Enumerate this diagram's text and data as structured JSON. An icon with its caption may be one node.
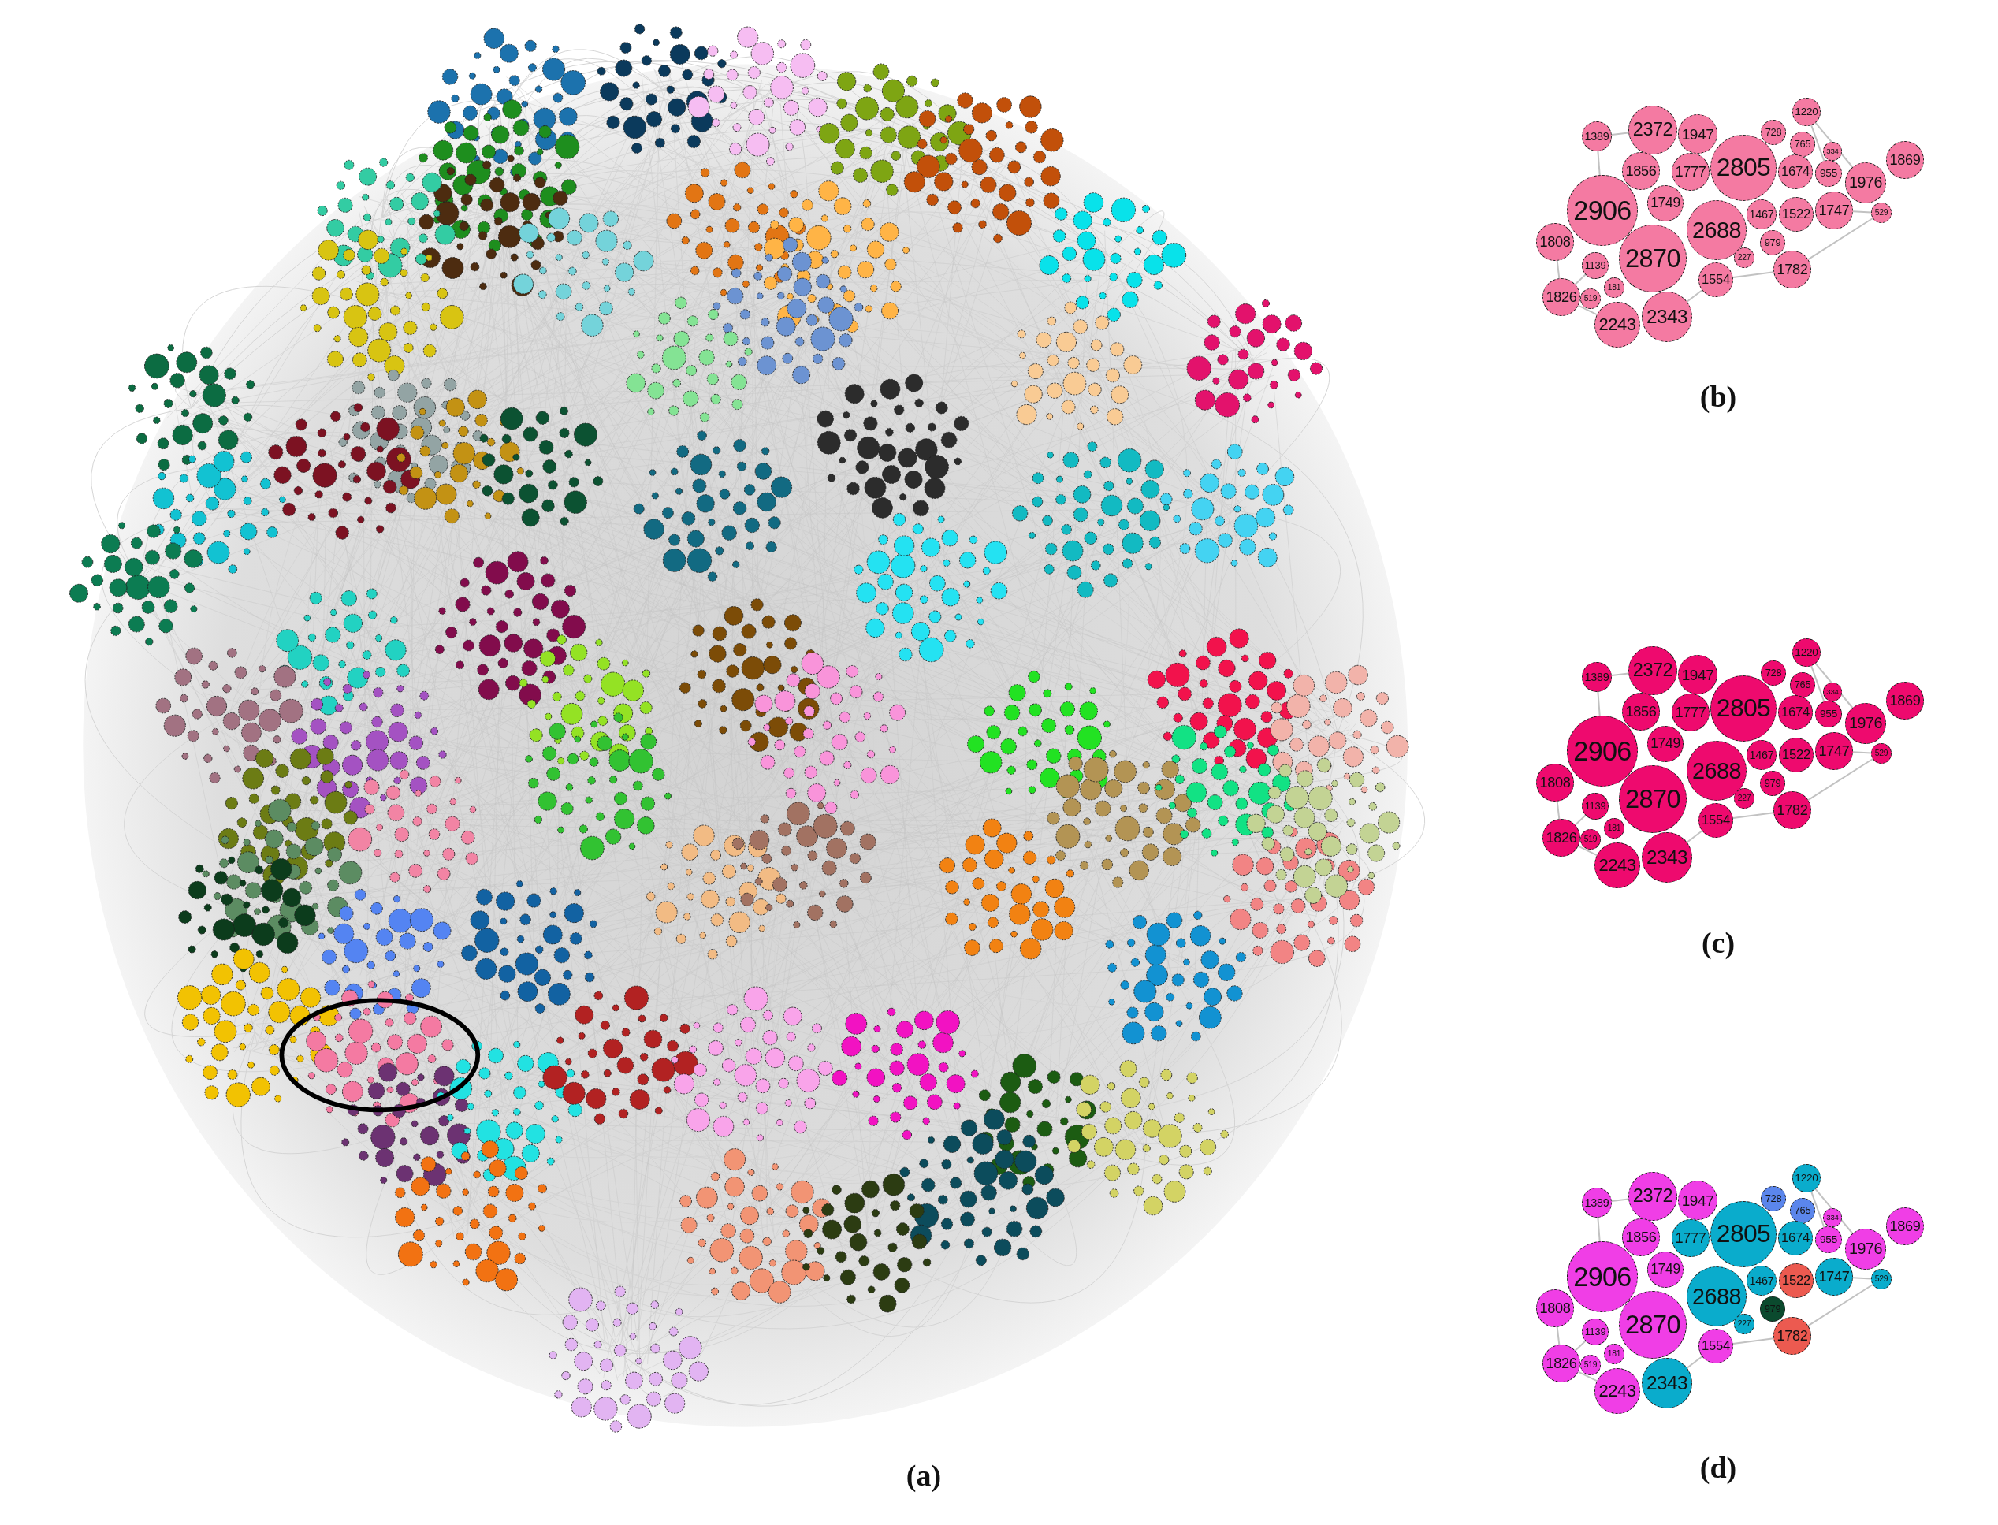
{
  "diagram": {
    "nodes": [
      {
        "text": [
          "1220"
        ]
      },
      {
        "text": [
          "1389"
        ]
      },
      {
        "text": [
          "2372"
        ]
      },
      {
        "text": [
          "1947"
        ]
      },
      {
        "text": [
          "728"
        ]
      },
      {
        "text": [
          "765"
        ]
      },
      {
        "text": [
          "2805"
        ]
      },
      {
        "text": [
          "334"
        ]
      },
      {
        "text": [
          "1869"
        ]
      },
      {
        "text": [
          "1856"
        ]
      },
      {
        "text": [
          "1777"
        ]
      },
      {
        "text": [
          "1674"
        ]
      },
      {
        "text": [
          "955"
        ]
      },
      {
        "text": [
          "1976"
        ]
      },
      {
        "text": [
          "2906"
        ]
      },
      {
        "text": [
          "1749"
        ]
      },
      {
        "text": [
          "2688"
        ]
      },
      {
        "text": [
          "1467"
        ]
      },
      {
        "text": [
          "1522"
        ]
      },
      {
        "text": [
          "1747"
        ]
      },
      {
        "text": [
          "529"
        ]
      },
      {
        "text": [
          "1808"
        ]
      },
      {
        "text": [
          "979"
        ]
      },
      {
        "text": [
          "227"
        ]
      },
      {
        "text": [
          "2870"
        ]
      },
      {
        "text": [
          "1139"
        ]
      },
      {
        "text": [
          "1782"
        ]
      },
      {
        "text": [
          "1554"
        ]
      },
      {
        "text": [
          "1826"
        ]
      },
      {
        "text": [
          "519"
        ]
      },
      {
        "text": [
          "181"
        ]
      },
      {
        "text": [
          "2243"
        ]
      },
      {
        "text": [
          "2343"
        ]
      },
      {
        "text": [
          "1220"
        ]
      },
      {
        "text": [
          "1389"
        ]
      },
      {
        "text": [
          "2372"
        ]
      },
      {
        "text": [
          "1947"
        ]
      },
      {
        "text": [
          "728"
        ]
      },
      {
        "text": [
          "765"
        ]
      },
      {
        "text": [
          "2805"
        ]
      },
      {
        "text": [
          "334"
        ]
      },
      {
        "text": [
          "1869"
        ]
      },
      {
        "text": [
          "1856"
        ]
      },
      {
        "text": [
          "1777"
        ]
      },
      {
        "text": [
          "1674"
        ]
      },
      {
        "text": [
          "955"
        ]
      },
      {
        "text": [
          "1976"
        ]
      },
      {
        "text": [
          "2906"
        ]
      },
      {
        "text": [
          "1749"
        ]
      },
      {
        "text": [
          "2688"
        ]
      },
      {
        "text": [
          "1467"
        ]
      },
      {
        "text": [
          "1522"
        ]
      },
      {
        "text": [
          "1747"
        ]
      },
      {
        "text": [
          "529"
        ]
      },
      {
        "text": [
          "1808"
        ]
      },
      {
        "text": [
          "979"
        ]
      },
      {
        "text": [
          "227"
        ]
      },
      {
        "text": [
          "2870"
        ]
      },
      {
        "text": [
          "1139"
        ]
      },
      {
        "text": [
          "1782"
        ]
      },
      {
        "text": [
          "1554"
        ]
      },
      {
        "text": [
          "1826"
        ]
      },
      {
        "text": [
          "519"
        ]
      },
      {
        "text": [
          "181"
        ]
      },
      {
        "text": [
          "2243"
        ]
      },
      {
        "text": [
          "2343"
        ]
      },
      {
        "text": [
          "1220"
        ]
      },
      {
        "text": [
          "1389"
        ]
      },
      {
        "text": [
          "2372"
        ]
      },
      {
        "text": [
          "1947"
        ]
      },
      {
        "text": [
          "728"
        ]
      },
      {
        "text": [
          "765"
        ]
      },
      {
        "text": [
          "2805"
        ]
      },
      {
        "text": [
          "334"
        ]
      },
      {
        "text": [
          "1869"
        ]
      },
      {
        "text": [
          "1856"
        ]
      },
      {
        "text": [
          "1777"
        ]
      },
      {
        "text": [
          "1674"
        ]
      },
      {
        "text": [
          "955"
        ]
      },
      {
        "text": [
          "1976"
        ]
      },
      {
        "text": [
          "2906"
        ]
      },
      {
        "text": [
          "1749"
        ]
      },
      {
        "text": [
          "2688"
        ]
      },
      {
        "text": [
          "1467"
        ]
      },
      {
        "text": [
          "1522"
        ]
      },
      {
        "text": [
          "1747"
        ]
      },
      {
        "text": [
          "529"
        ]
      },
      {
        "text": [
          "1808"
        ]
      },
      {
        "text": [
          "979"
        ]
      },
      {
        "text": [
          "227"
        ]
      },
      {
        "text": [
          "2870"
        ]
      },
      {
        "text": [
          "1139"
        ]
      },
      {
        "text": [
          "1782"
        ]
      },
      {
        "text": [
          "1554"
        ]
      },
      {
        "text": [
          "1826"
        ]
      },
      {
        "text": [
          "519"
        ]
      },
      {
        "text": [
          "181"
        ]
      },
      {
        "text": [
          "2243"
        ]
      },
      {
        "text": [
          "2343"
        ]
      }
    ],
    "edges": [
      {
        "from": 1,
        "to": 2,
        "arrow": "none"
      },
      {
        "from": 1,
        "to": 14,
        "arrow": "none"
      },
      {
        "from": 0,
        "to": 13,
        "arrow": "none"
      },
      {
        "from": 0,
        "to": 12,
        "arrow": "none"
      },
      {
        "from": 21,
        "to": 28,
        "arrow": "none"
      },
      {
        "from": 25,
        "to": 28,
        "arrow": "none"
      },
      {
        "from": 27,
        "to": 26,
        "arrow": "none"
      },
      {
        "from": 26,
        "to": 20,
        "arrow": "none"
      },
      {
        "from": 32,
        "to": 27,
        "arrow": "none"
      },
      {
        "from": 31,
        "to": 28,
        "arrow": "none"
      },
      {
        "from": 19,
        "to": 20,
        "arrow": "none"
      },
      {
        "from": 34,
        "to": 35,
        "arrow": "none"
      },
      {
        "from": 34,
        "to": 47,
        "arrow": "none"
      },
      {
        "from": 33,
        "to": 46,
        "arrow": "none"
      },
      {
        "from": 33,
        "to": 45,
        "arrow": "none"
      },
      {
        "from": 54,
        "to": 61,
        "arrow": "none"
      },
      {
        "from": 58,
        "to": 61,
        "arrow": "none"
      },
      {
        "from": 60,
        "to": 59,
        "arrow": "none"
      },
      {
        "from": 59,
        "to": 53,
        "arrow": "none"
      },
      {
        "from": 65,
        "to": 60,
        "arrow": "none"
      },
      {
        "from": 64,
        "to": 61,
        "arrow": "none"
      },
      {
        "from": 52,
        "to": 53,
        "arrow": "none"
      },
      {
        "from": 67,
        "to": 68,
        "arrow": "none"
      },
      {
        "from": 67,
        "to": 80,
        "arrow": "none"
      },
      {
        "from": 66,
        "to": 79,
        "arrow": "none"
      },
      {
        "from": 66,
        "to": 78,
        "arrow": "none"
      },
      {
        "from": 87,
        "to": 94,
        "arrow": "none"
      },
      {
        "from": 91,
        "to": 94,
        "arrow": "none"
      },
      {
        "from": 93,
        "to": 92,
        "arrow": "none"
      },
      {
        "from": 92,
        "to": 86,
        "arrow": "none"
      },
      {
        "from": 98,
        "to": 93,
        "arrow": "none"
      },
      {
        "from": 97,
        "to": 94,
        "arrow": "none"
      },
      {
        "from": 85,
        "to": 86,
        "arrow": "none"
      }
    ],
    "labels": [
      "(a)",
      "(b)",
      "(c)",
      "(d)"
    ]
  }
}
